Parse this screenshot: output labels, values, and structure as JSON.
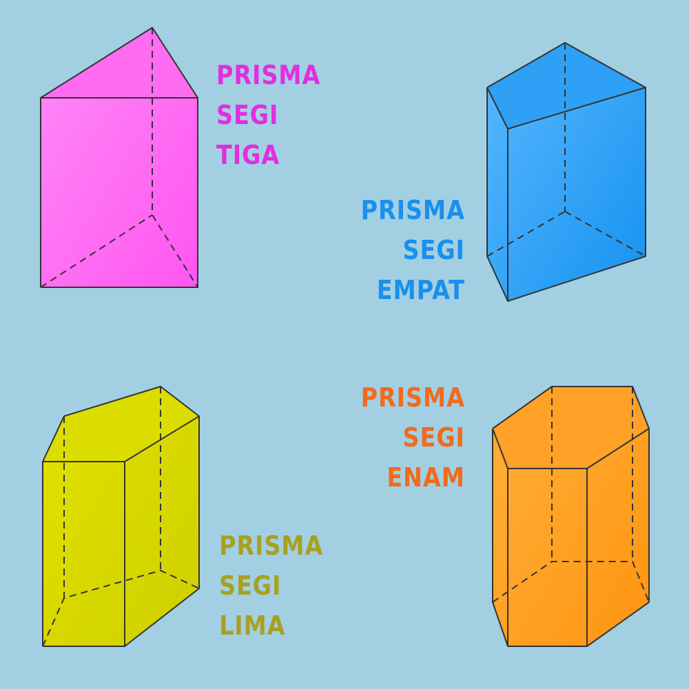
{
  "prisms": [
    {
      "id": "tri",
      "lines": [
        "PRISMA",
        "SEGI",
        "TIGA"
      ],
      "color": "#e22ee0",
      "face": "#ff6ef5",
      "face_light": "#ffa0fb"
    },
    {
      "id": "quad",
      "lines": [
        "PRISMA",
        "SEGI",
        "EMPAT"
      ],
      "color": "#1b8fec",
      "face": "#2a9ff5",
      "face_light": "#6cc2ff"
    },
    {
      "id": "pent",
      "lines": [
        "PRISMA",
        "SEGI",
        "LIMA"
      ],
      "color": "#a8a021",
      "face": "#d6d600",
      "face_light": "#e6e62a"
    },
    {
      "id": "hex",
      "lines": [
        "PRISMA",
        "SEGI",
        "ENAM"
      ],
      "color": "#f26a1d",
      "face": "#ff9d1f",
      "face_light": "#ffb040"
    }
  ]
}
